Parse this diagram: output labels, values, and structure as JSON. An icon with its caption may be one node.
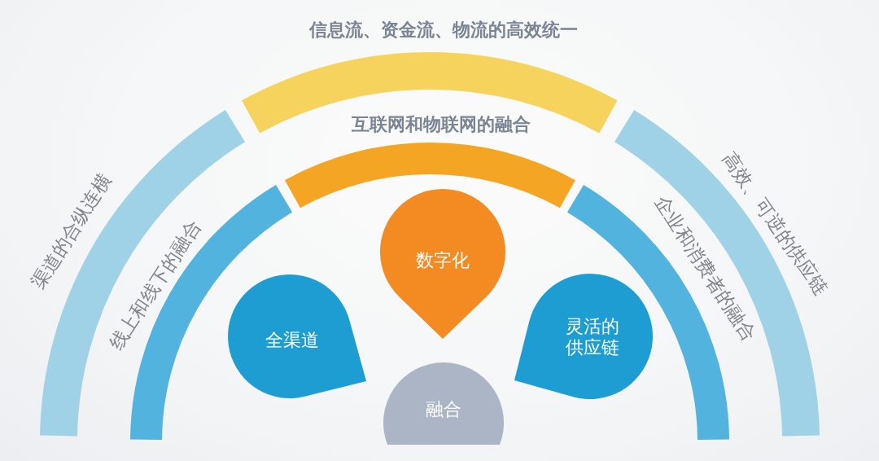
{
  "diagram": {
    "nodes": [
      {
        "text": [
          "信息流、资金流、物流的高效统一"
        ]
      },
      {
        "text": [
          "互联网和物联网的融合"
        ]
      },
      {
        "text": [
          "渠道的合纵连横"
        ]
      },
      {
        "text": [
          "线上和线下的融合"
        ]
      },
      {
        "text": [
          "企业和消费者的融合"
        ]
      },
      {
        "text": [
          "高效、可逆的供应链"
        ]
      },
      {
        "text": [
          "数字化"
        ]
      },
      {
        "text": [
          "全渠道"
        ]
      },
      {
        "text": [
          "灵活的供应链"
        ]
      },
      {
        "text": [
          "融合"
        ]
      }
    ]
  }
}
